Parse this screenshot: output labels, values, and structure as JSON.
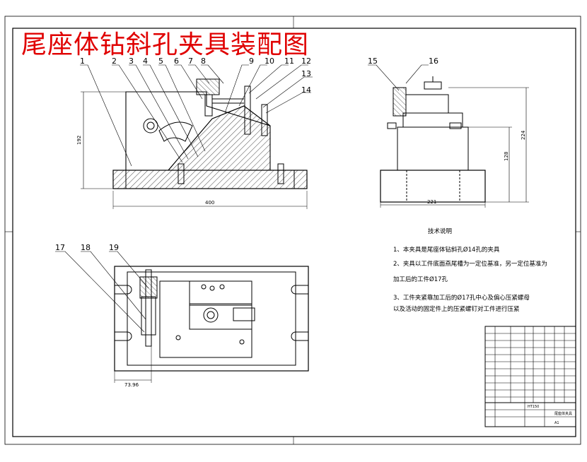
{
  "drawing": {
    "title": "尾座体钻斜孔夹具装配图",
    "title_color": "#e00000",
    "line_color": "#000000",
    "dimensions": {
      "total_width": "400",
      "height_left": "192",
      "side_width": "221",
      "side_height_total": "224",
      "side_height_mid": "128",
      "plan_offset": "73.96"
    },
    "part_numbers": [
      "1",
      "2",
      "3",
      "4",
      "5",
      "6",
      "7",
      "8",
      "9",
      "10",
      "11",
      "12",
      "13",
      "14",
      "15",
      "16",
      "17",
      "18",
      "19"
    ],
    "notes": {
      "heading": "技术说明",
      "lines": [
        "1、本夹具是尾座体钻斜孔Ø14孔的夹具",
        "2、夹具以工件底面燕尾槽为一定位基准，另一定位基准为",
        "加工后的工件Ø17孔",
        "3、工件夹紧靠加工后的Ø17孔中心及偏心压紧螺母",
        "以及活动的固定件上的压紧螺钉对工件进行压紧"
      ]
    },
    "title_block": {
      "material": "HT150",
      "drawing_name": "尾座体夹具",
      "sheet_size": "A1"
    }
  }
}
